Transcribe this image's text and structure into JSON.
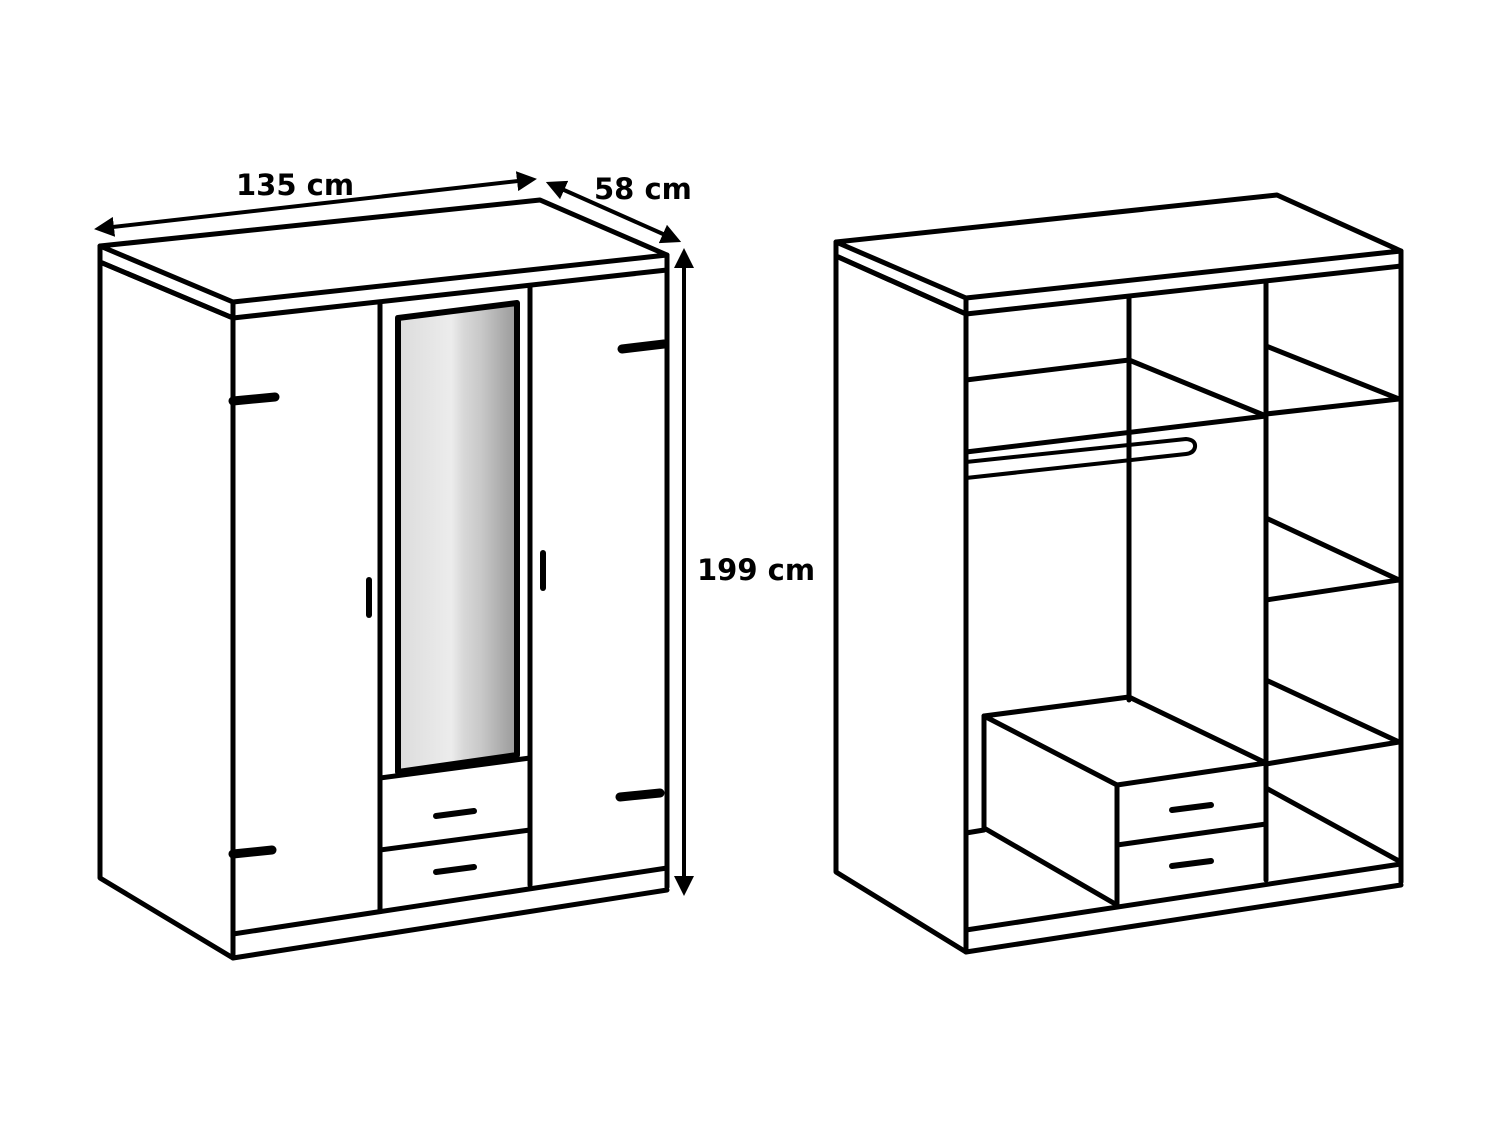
{
  "diagram": {
    "subject": "Three-door wardrobe with mirror and two drawers",
    "views": [
      {
        "id": "closed",
        "label": "Exterior view (doors closed)"
      },
      {
        "id": "open",
        "label": "Interior view (doors removed)"
      }
    ],
    "dimensions": {
      "width": "135 cm",
      "depth": "58 cm",
      "height": "199 cm"
    },
    "colors": {
      "line": "#000000",
      "background": "#ffffff",
      "mirror_light": "#e6e6e6",
      "mirror_dark": "#9a9a9a"
    },
    "components": {
      "closed_view": [
        "top panel",
        "left side panel",
        "left door",
        "center mirror door",
        "two drawers",
        "right door",
        "plinth",
        "door handles",
        "hinges"
      ],
      "open_view": [
        "top panel",
        "hanging rail",
        "upper shelf",
        "right column shelves (4)",
        "internal drawer unit with 2 drawers",
        "bottom panel",
        "plinth"
      ]
    }
  }
}
